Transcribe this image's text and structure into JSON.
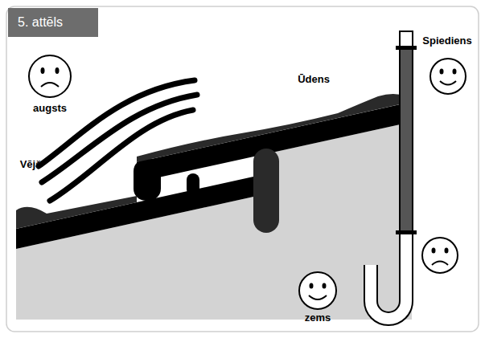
{
  "diagram": {
    "title": "5. attēls",
    "labels": [
      "augsts",
      "Vējš",
      "Ūdens",
      "Spiediens",
      "zems"
    ]
  }
}
